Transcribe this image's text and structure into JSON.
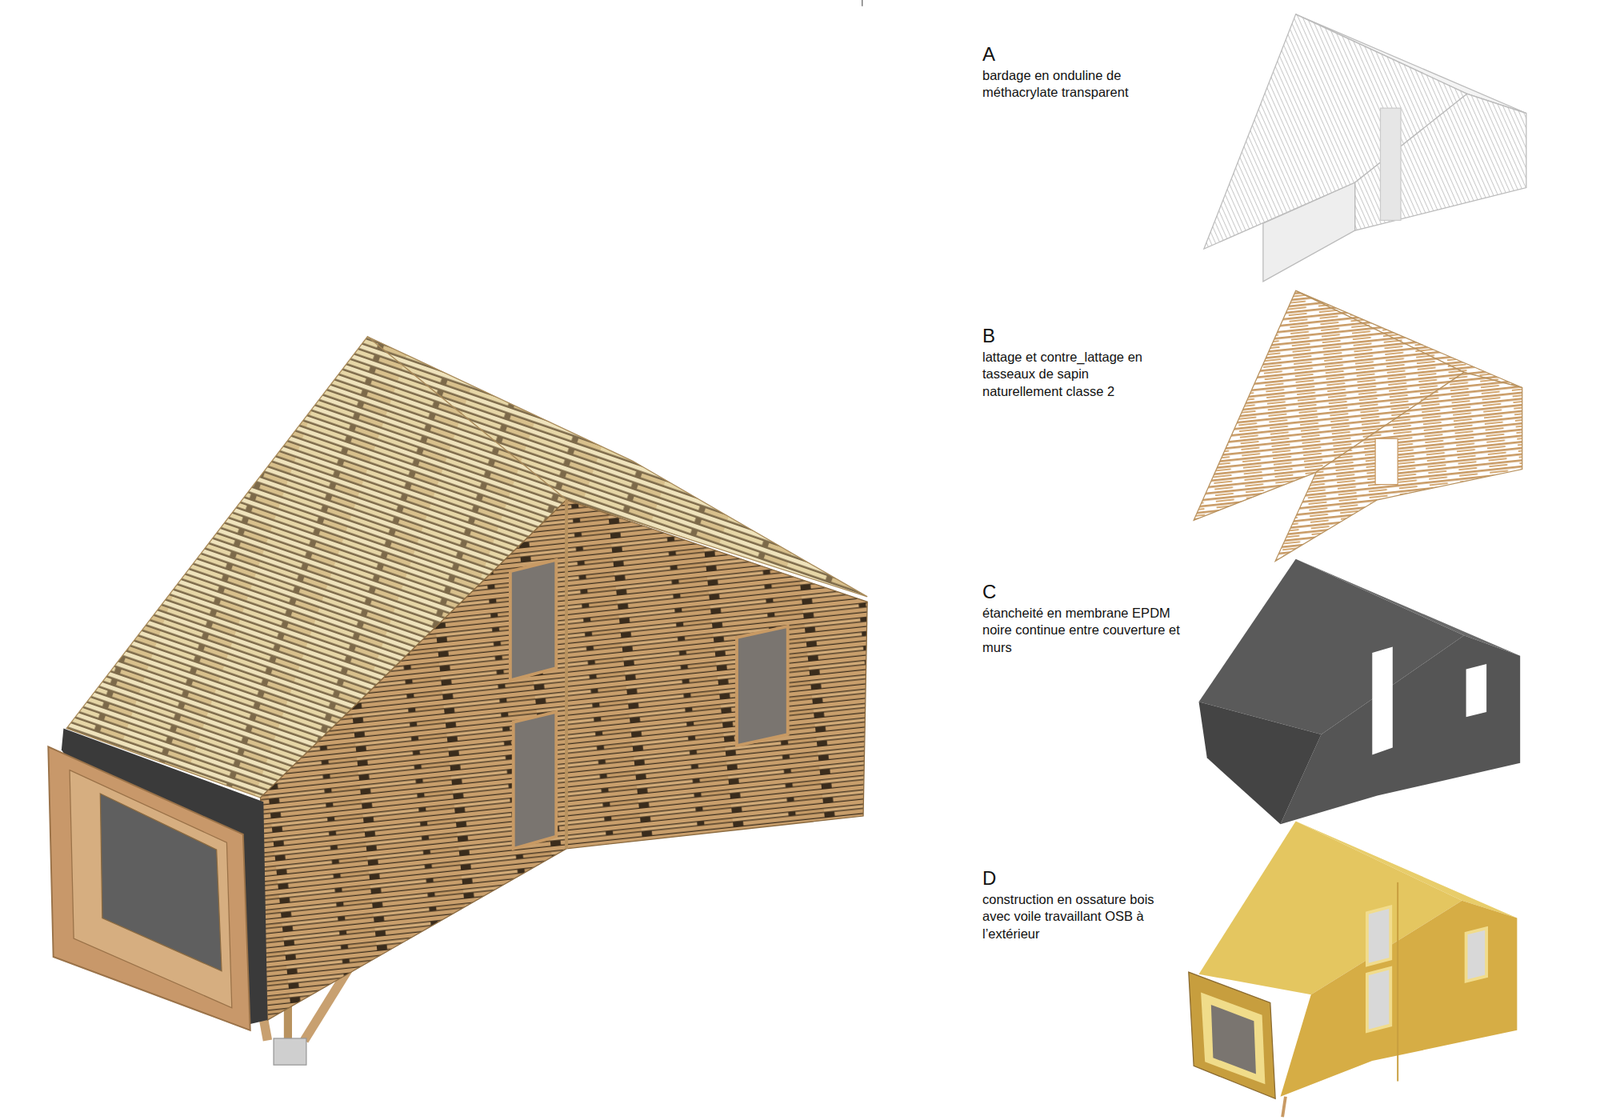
{
  "diagram": {
    "labels": [
      "A",
      "bardage en onduline de méthacrylate transparent",
      "B",
      "lattage et contre_lattage en tasseaux de sapin naturellement classe 2",
      "C",
      "étancheité en membrane EPDM noire continue entre couverture et murs",
      "D",
      "construction en ossature bois avec voile travaillant OSB à l’extérieur"
    ]
  }
}
